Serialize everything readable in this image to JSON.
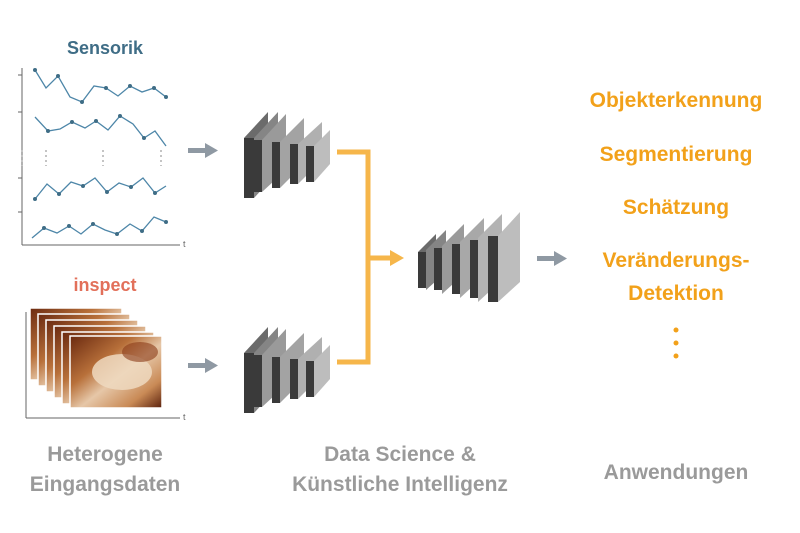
{
  "labels": {
    "sensor_title": "Sensorik",
    "inspect_title": "inspect",
    "axis_t": "t"
  },
  "bottom": {
    "inputs_line1": "Heterogene",
    "inputs_line2": "Eingangsdaten",
    "ai_line1": "Data Science &",
    "ai_line2": "Künstliche Intelligenz",
    "apps": "Anwendungen"
  },
  "applications": [
    "Objekterkennung",
    "Segmentierung",
    "Schätzung",
    "Veränderungs-",
    "Detektion"
  ],
  "colors": {
    "sensor": "#3f6d86",
    "inspect": "#e2705a",
    "applications": "#f2a11a",
    "connector": "#f6b64a",
    "arrow": "#8f99a3",
    "label_gray": "#9a9a9a"
  }
}
